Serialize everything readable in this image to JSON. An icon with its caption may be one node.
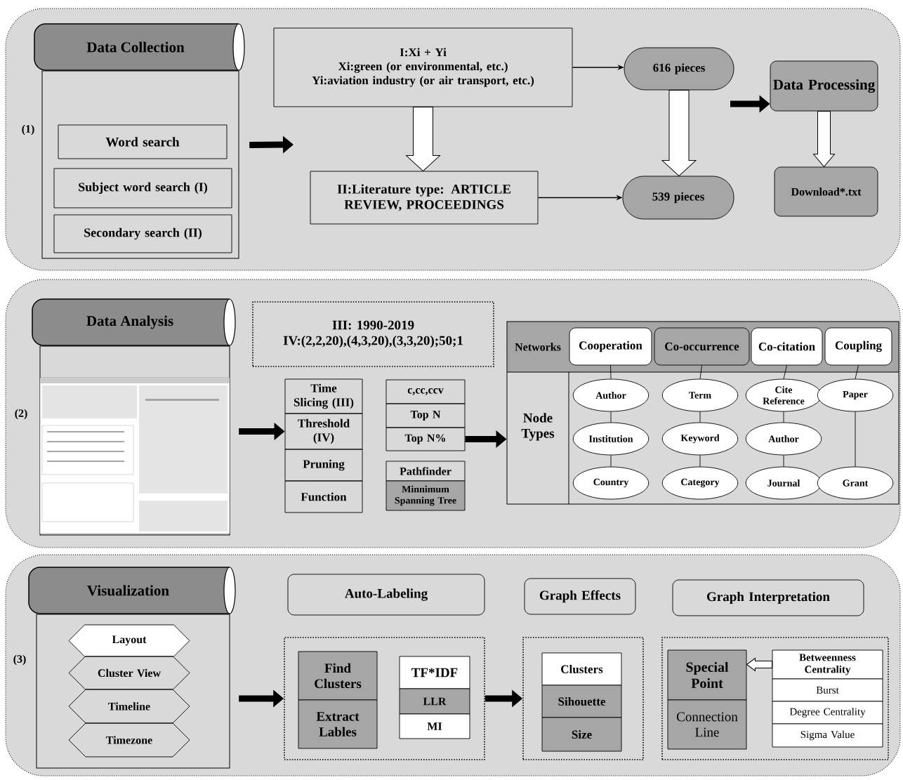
{
  "diagram": {
    "nodes": [
      {
        "text": [
          "(1)"
        ]
      },
      {
        "text": [
          "Data Collection"
        ],
        "in": 0
      },
      {
        "text": [
          "Word search"
        ],
        "in": 1
      },
      {
        "text": [
          "Subject word search (I)"
        ],
        "in": 1
      },
      {
        "text": [
          "Secondary search (II)"
        ],
        "in": 1
      },
      {
        "text": [
          "I:Xi + Yi",
          "Xi:green (or environmental, etc.)",
          "Yi:aviation industry (or air transport, etc.)"
        ],
        "in": 0
      },
      {
        "text": [
          "II:Literature type: ARTICLE REVIEW, PROCEEDINGS"
        ],
        "in": 0
      },
      {
        "text": [
          "616 pieces"
        ],
        "in": 0
      },
      {
        "text": [
          "539 pieces"
        ],
        "in": 0
      },
      {
        "text": [
          "Data Processing"
        ],
        "in": 0
      },
      {
        "text": [
          "Download*.txt"
        ],
        "in": 0
      },
      {
        "text": [
          "(2)"
        ]
      },
      {
        "text": [
          "Data Analysis"
        ],
        "in": 11
      },
      {
        "text": [
          "III: 1990-2019",
          "IV:(2,2,20),(4,3,20),(3,3,20);50;1"
        ],
        "in": 11
      },
      {
        "text": [
          "Time Slicing (III)"
        ],
        "in": 11
      },
      {
        "text": [
          "Threshold (IV)"
        ],
        "in": 11
      },
      {
        "text": [
          "Pruning"
        ],
        "in": 11
      },
      {
        "text": [
          "Function"
        ],
        "in": 11
      },
      {
        "text": [
          "c,cc,ccv"
        ],
        "in": 11
      },
      {
        "text": [
          "Top N"
        ],
        "in": 11
      },
      {
        "text": [
          "Top N%"
        ],
        "in": 11
      },
      {
        "text": [
          "Pathfinder"
        ],
        "in": 11
      },
      {
        "text": [
          "Minnimum Spanning Tree"
        ],
        "in": 11
      },
      {
        "text": [
          "Networks",
          "Node Types"
        ],
        "in": 11
      },
      {
        "text": [
          "Cooperation"
        ],
        "in": 23
      },
      {
        "text": [
          "Co-occurrence"
        ],
        "in": 23
      },
      {
        "text": [
          "Co-citation"
        ],
        "in": 23
      },
      {
        "text": [
          "Coupling"
        ],
        "in": 23
      },
      {
        "text": [
          "Author"
        ],
        "in": 23
      },
      {
        "text": [
          "Term"
        ],
        "in": 23
      },
      {
        "text": [
          "Cite Reference"
        ],
        "in": 23
      },
      {
        "text": [
          "Paper"
        ],
        "in": 23
      },
      {
        "text": [
          "Institution"
        ],
        "in": 23
      },
      {
        "text": [
          "Keyword"
        ],
        "in": 23
      },
      {
        "text": [
          "Author"
        ],
        "in": 23
      },
      {
        "text": [
          "Country"
        ],
        "in": 23
      },
      {
        "text": [
          "Category"
        ],
        "in": 23
      },
      {
        "text": [
          "Journal"
        ],
        "in": 23
      },
      {
        "text": [
          "Grant"
        ],
        "in": 23
      },
      {
        "text": [
          "(3)"
        ]
      },
      {
        "text": [
          "Visualization"
        ],
        "in": 39
      },
      {
        "text": [
          "Layout"
        ],
        "in": 40
      },
      {
        "text": [
          "Cluster View"
        ],
        "in": 40
      },
      {
        "text": [
          "Timeline"
        ],
        "in": 40
      },
      {
        "text": [
          "Timezone"
        ],
        "in": 40
      },
      {
        "text": [
          "Auto-Labeling"
        ],
        "in": 39
      },
      {
        "text": [
          "Graph Effects"
        ],
        "in": 39
      },
      {
        "text": [
          "Graph Interpretation"
        ],
        "in": 39
      },
      {
        "text": [],
        "shape": "box",
        "in": 39
      },
      {
        "text": [
          "Find Clusters"
        ],
        "in": 48
      },
      {
        "text": [
          "Extract Lables"
        ],
        "in": 48
      },
      {
        "text": [
          "TF*IDF"
        ],
        "in": 48
      },
      {
        "text": [
          "LLR"
        ],
        "in": 48
      },
      {
        "text": [
          "MI"
        ],
        "in": 48
      },
      {
        "text": [],
        "shape": "box",
        "in": 39
      },
      {
        "text": [
          "Clusters"
        ],
        "in": 54
      },
      {
        "text": [
          "Sihouette"
        ],
        "in": 54
      },
      {
        "text": [
          "Size"
        ],
        "in": 54
      },
      {
        "text": [],
        "shape": "box",
        "in": 39
      },
      {
        "text": [
          "Special Point"
        ],
        "in": 58
      },
      {
        "text": [
          "Connection Line"
        ],
        "in": 58
      },
      {
        "text": [
          "Betweenness Centrality"
        ],
        "in": 58
      },
      {
        "text": [
          "Burst"
        ],
        "in": 58
      },
      {
        "text": [
          "Degree Centrality"
        ],
        "in": 58
      },
      {
        "text": [
          "Sigma Value"
        ],
        "in": 58
      }
    ],
    "edges": [
      {
        "from": 1,
        "to": null,
        "arrow": "to",
        "style": "thick"
      },
      {
        "from": 5,
        "to": 7,
        "arrow": "to"
      },
      {
        "from": 6,
        "to": 8,
        "arrow": "to"
      },
      {
        "from": 5,
        "to": 6,
        "arrow": "to"
      },
      {
        "from": 7,
        "to": 8,
        "arrow": "to"
      },
      {
        "from": null,
        "to": 9,
        "arrow": "to",
        "style": "thick"
      },
      {
        "from": 9,
        "to": 10,
        "arrow": "to"
      },
      {
        "from": 12,
        "to": 15,
        "arrow": "to",
        "style": "thick"
      },
      {
        "from": 20,
        "to": 23,
        "arrow": "to",
        "style": "thick"
      },
      {
        "from": 24,
        "to": 28,
        "arrow": "none"
      },
      {
        "from": 28,
        "to": 32,
        "arrow": "none"
      },
      {
        "from": 32,
        "to": 35,
        "arrow": "none"
      },
      {
        "from": 25,
        "to": 29,
        "arrow": "none"
      },
      {
        "from": 29,
        "to": 33,
        "arrow": "none"
      },
      {
        "from": 33,
        "to": 36,
        "arrow": "none"
      },
      {
        "from": 26,
        "to": 30,
        "arrow": "none"
      },
      {
        "from": 30,
        "to": 34,
        "arrow": "none"
      },
      {
        "from": 34,
        "to": 37,
        "arrow": "none"
      },
      {
        "from": 27,
        "to": 31,
        "arrow": "none"
      },
      {
        "from": 31,
        "to": 38,
        "arrow": "none"
      },
      {
        "from": 40,
        "to": 48,
        "arrow": "to",
        "style": "thick"
      },
      {
        "from": 48,
        "to": 54,
        "arrow": "to",
        "style": "thick"
      },
      {
        "from": 61,
        "to": 59,
        "arrow": "to"
      }
    ]
  }
}
